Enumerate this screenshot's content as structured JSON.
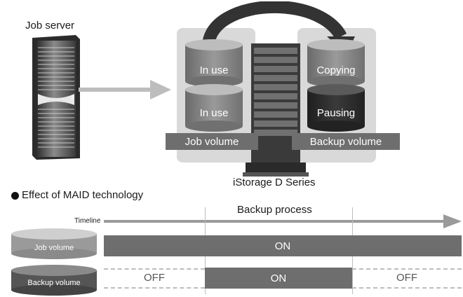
{
  "job_server_label": "Job server",
  "storage": {
    "left_top": "In use",
    "left_bottom": "In use",
    "right_top": "Copying",
    "right_bottom": "Pausing",
    "job_volume_label": "Job volume",
    "backup_volume_label": "Backup volume",
    "series_label": "iStorage D Series"
  },
  "maid": {
    "heading": "Effect of MAID technology",
    "timeline_label": "Timeline",
    "process_label": "Backup process",
    "job_volume_label": "Job volume",
    "backup_volume_label": "Backup volume",
    "job_row": [
      "ON"
    ],
    "backup_row": [
      "OFF",
      "ON",
      "OFF"
    ]
  }
}
